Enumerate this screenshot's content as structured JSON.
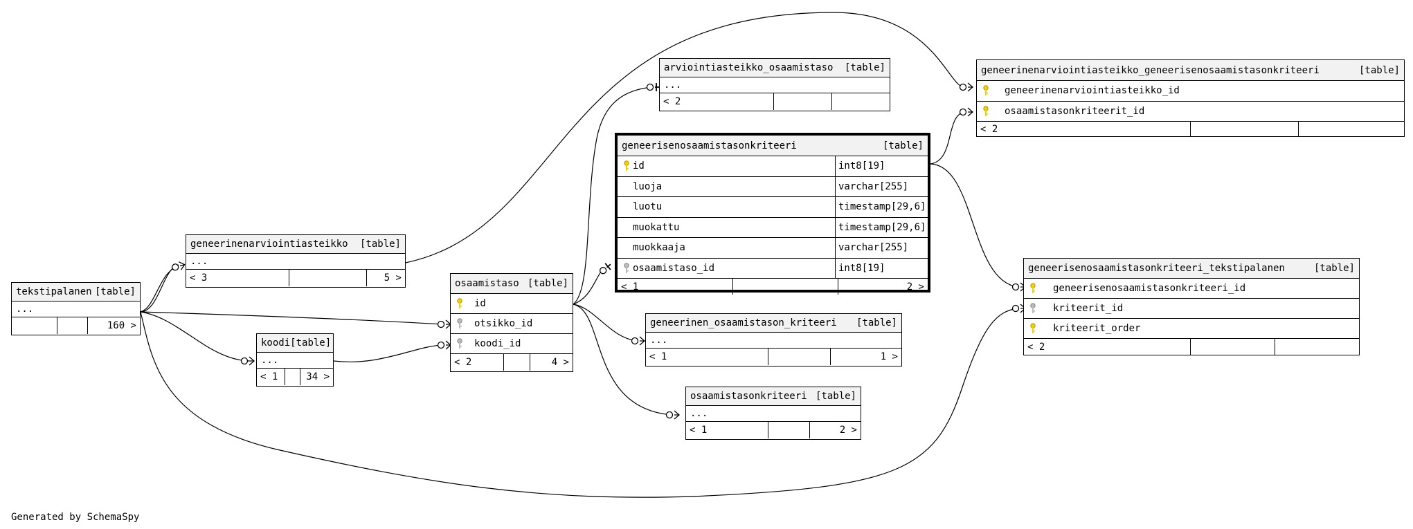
{
  "footer_credit": "Generated by SchemaSpy",
  "tables": {
    "tekstipalanen": {
      "name": "tekstipalanen",
      "kind": "[table]",
      "ellipsis": "...",
      "children": "160 >"
    },
    "geneerinenarviointiasteikko": {
      "name": "geneerinenarviointiasteikko",
      "kind": "[table]",
      "ellipsis": "...",
      "parents": "< 3",
      "children": "5 >"
    },
    "koodi": {
      "name": "koodi",
      "kind": "[table]",
      "ellipsis": "...",
      "parents": "< 1",
      "children": "34 >"
    },
    "osaamistaso": {
      "name": "osaamistaso",
      "kind": "[table]",
      "columns": [
        {
          "name": "id",
          "key": "primary"
        },
        {
          "name": "otsikko_id",
          "key": "foreign"
        },
        {
          "name": "koodi_id",
          "key": "foreign"
        }
      ],
      "parents": "< 2",
      "children": "4 >"
    },
    "arviointiasteikko_osaamistaso": {
      "name": "arviointiasteikko_osaamistaso",
      "kind": "[table]",
      "ellipsis": "...",
      "parents": "< 2"
    },
    "geneerisenosaamistasonkriteeri": {
      "name": "geneerisenosaamistasonkriteeri",
      "kind": "[table]",
      "columns": [
        {
          "name": "id",
          "type": "int8[19]",
          "key": "primary"
        },
        {
          "name": "luoja",
          "type": "varchar[255]",
          "key": "none"
        },
        {
          "name": "luotu",
          "type": "timestamp[29,6]",
          "key": "none"
        },
        {
          "name": "muokattu",
          "type": "timestamp[29,6]",
          "key": "none"
        },
        {
          "name": "muokkaaja",
          "type": "varchar[255]",
          "key": "none"
        },
        {
          "name": "osaamistaso_id",
          "type": "int8[19]",
          "key": "foreign"
        }
      ],
      "parents": "< 1",
      "children": "2 >"
    },
    "geneerinen_osaamistason_kriteeri": {
      "name": "geneerinen_osaamistason_kriteeri",
      "kind": "[table]",
      "ellipsis": "...",
      "parents": "< 1",
      "children": "1 >"
    },
    "osaamistasonkriteeri": {
      "name": "osaamistasonkriteeri",
      "kind": "[table]",
      "ellipsis": "...",
      "parents": "< 1",
      "children": "2 >"
    },
    "geneerinenarviointiasteikko_geneerisenosaamistasonkriteeri": {
      "name": "geneerinenarviointiasteikko_geneerisenosaamistasonkriteeri",
      "kind": "[table]",
      "columns": [
        {
          "name": "geneerinenarviointiasteikko_id",
          "key": "primary"
        },
        {
          "name": "osaamistasonkriteerit_id",
          "key": "primary"
        }
      ],
      "parents": "< 2"
    },
    "geneerisenosaamistasonkriteeri_tekstipalanen": {
      "name": "geneerisenosaamistasonkriteeri_tekstipalanen",
      "kind": "[table]",
      "columns": [
        {
          "name": "geneerisenosaamistasonkriteeri_id",
          "key": "primary"
        },
        {
          "name": "kriteerit_id",
          "key": "foreign"
        },
        {
          "name": "kriteerit_order",
          "key": "primary"
        }
      ],
      "parents": "< 2"
    }
  }
}
